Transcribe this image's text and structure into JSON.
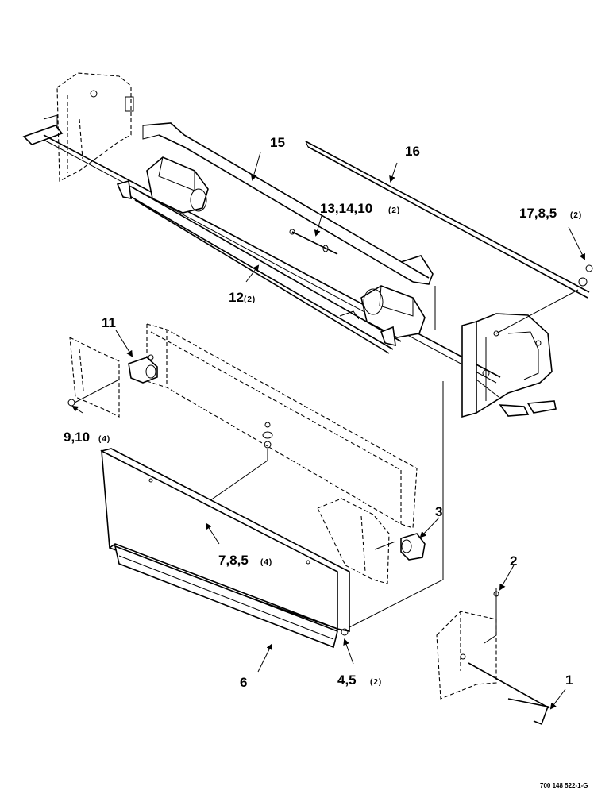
{
  "callouts": {
    "c1": "1",
    "c2": "2",
    "c3": "3",
    "c4": "4,5",
    "c4q": "(2)",
    "c6": "6",
    "c7": "7,8,5",
    "c7q": "(4)",
    "c9": "9,10",
    "c9q": "(4)",
    "c11": "11",
    "c12": "12",
    "c12q": "(2)",
    "c13": "13,14,10",
    "c13q": "(2)",
    "c15": "15",
    "c16": "16",
    "c17": "17,8,5",
    "c17q": "(2)"
  },
  "figure_code": "700 148 522-1-G"
}
